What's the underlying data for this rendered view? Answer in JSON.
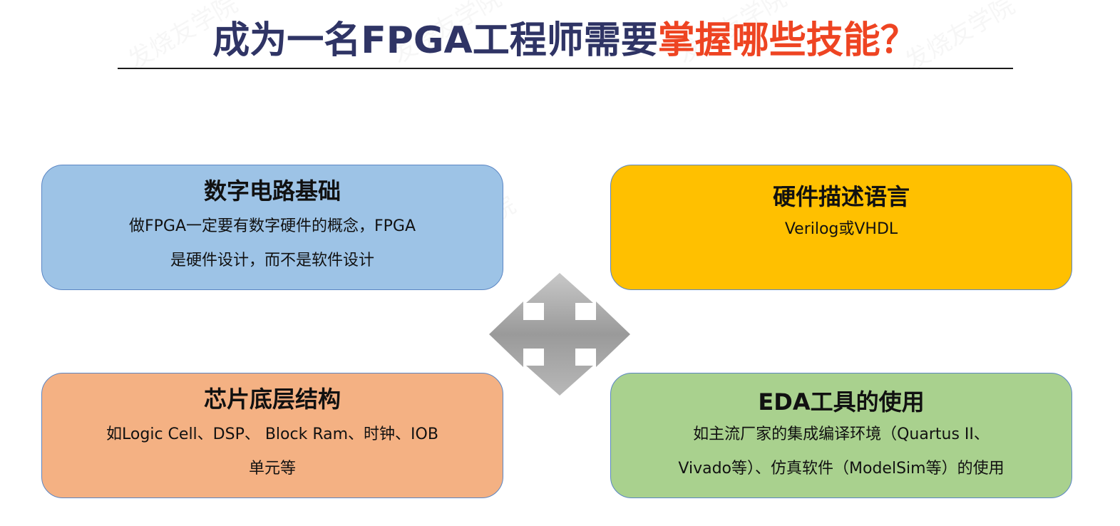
{
  "title": {
    "part1": "成为一名FPGA工程师需要",
    "part2": "掌握哪些技能？"
  },
  "cards": {
    "digital": {
      "title": "数字电路基础",
      "body_line1": "做FPGA一定要有数字硬件的概念，FPGA",
      "body_line2": "是硬件设计，而不是软件设计"
    },
    "hdl": {
      "title": "硬件描述语言",
      "body_line1": "Verilog或VHDL"
    },
    "chip": {
      "title": "芯片底层结构",
      "body_line1": "如Logic Cell、DSP、 Block Ram、时钟、IOB",
      "body_line2": "单元等"
    },
    "eda": {
      "title": "EDA工具的使用",
      "body_line1": "如主流厂家的集成编译环境（Quartus II、",
      "body_line2": "Vivado等）、仿真软件（ModelSim等）的使用"
    }
  },
  "watermark": {
    "text": "发烧友学院"
  },
  "colors": {
    "title_dark": "#2f3465",
    "title_red": "#ee4422",
    "card_blue": "#9dc3e6",
    "card_yellow": "#ffc000",
    "card_orange": "#f4b183",
    "card_green": "#a9d18e",
    "arrow_gray": "#a6a6a6"
  },
  "icons": {
    "center": "four-way-arrow-icon"
  }
}
